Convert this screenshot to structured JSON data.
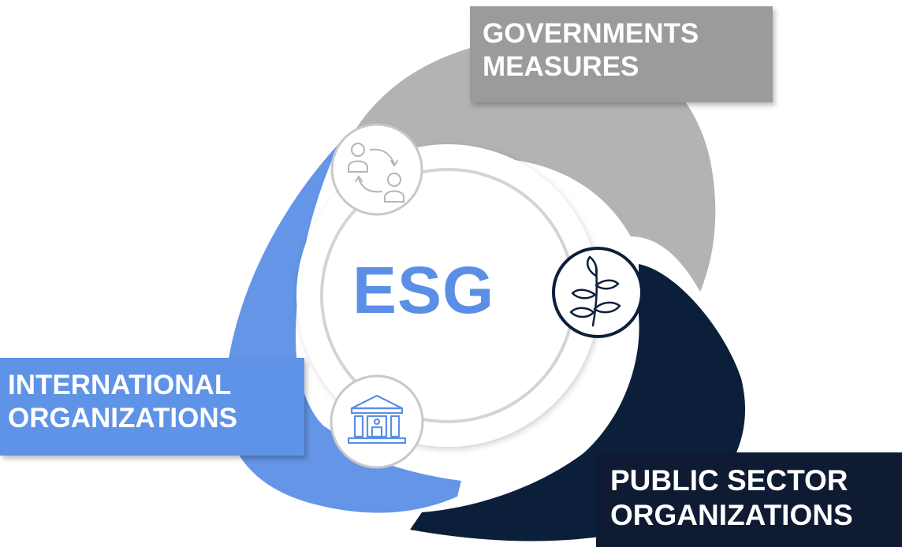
{
  "center": {
    "title": "ESG"
  },
  "segments": [
    {
      "key": "governments",
      "label_lines": [
        "GOVERNMENTS",
        "MEASURES"
      ],
      "color": "#b3b3b3",
      "box_color": "#9b9b9b",
      "icon": "people-exchange-icon"
    },
    {
      "key": "international",
      "label_lines": [
        "INTERNATIONAL",
        "ORGANIZATIONS"
      ],
      "color": "#6495e6",
      "box_color": "#5f93e8",
      "icon": "institution-building-icon"
    },
    {
      "key": "public_sector",
      "label_lines": [
        "PUBLIC SECTOR",
        "ORGANIZATIONS"
      ],
      "color": "#0c1f3a",
      "box_color": "#0f1a33",
      "icon": "plant-leaves-icon"
    }
  ],
  "colors": {
    "center_text": "#5b8fe6",
    "ring": "#d4d4d4"
  }
}
